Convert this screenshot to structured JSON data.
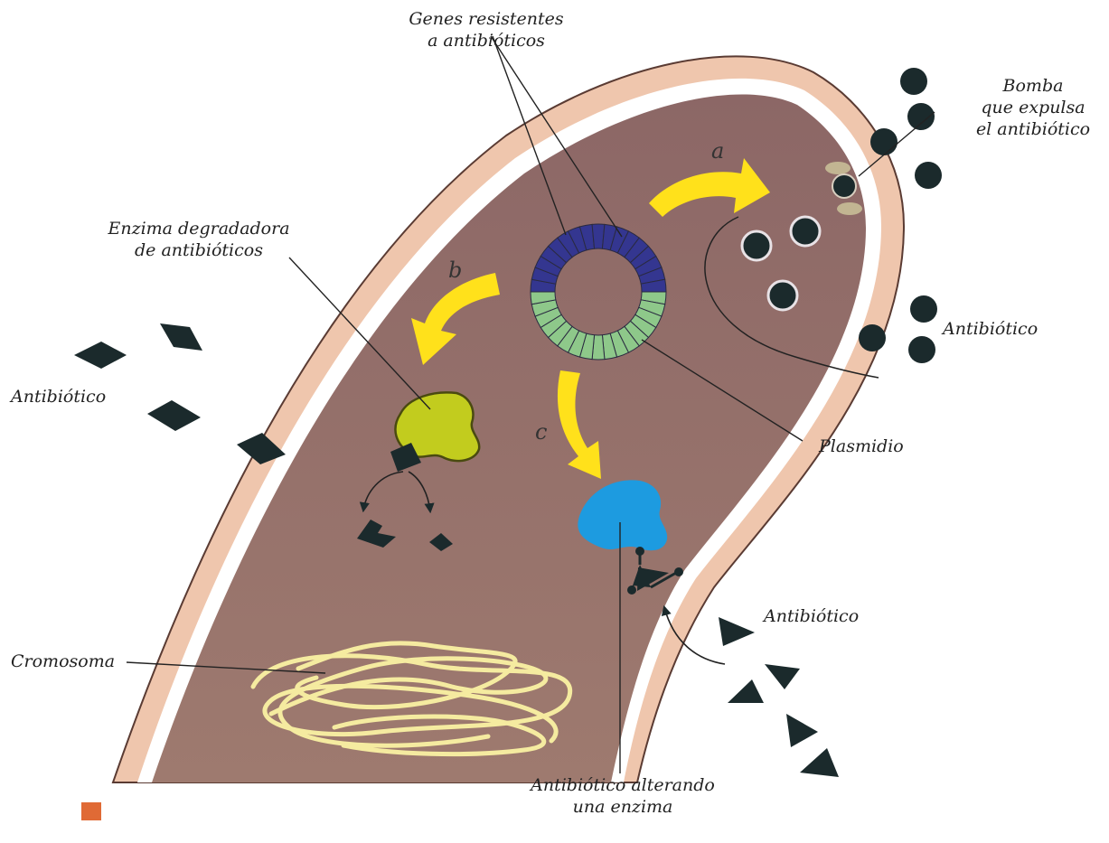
{
  "labels": {
    "genes": [
      "Genes resistentes",
      "a antibióticos"
    ],
    "pump": [
      "Bomba",
      "que expulsa",
      "el antibiótico"
    ],
    "enzyme_deg": [
      "Enzima degradadora",
      "de antibióticos"
    ],
    "antibiotic_left": "Antibiótico",
    "antibiotic_right_top": "Antibiótico",
    "antibiotic_right_bottom": "Antibiótico",
    "plasmid": "Plasmidio",
    "chromosome": "Cromosoma",
    "altering": [
      "Antibiótico alterando",
      "una enzima"
    ]
  },
  "mechanisms": {
    "a": "a",
    "b": "b",
    "c": "c"
  },
  "colors": {
    "cell_wall": "#efc6ad",
    "cytoplasm": "#94706a",
    "arrow": "#ffe11b",
    "plasmid_top": "#343690",
    "plasmid_bottom": "#8ec88a",
    "enzyme_degrading": "#c2cc1e",
    "enzyme_altered": "#1d9be0",
    "antibiotic": "#1b2a2c",
    "chromosome": "#f5eba0",
    "marker": "#e06a35"
  }
}
